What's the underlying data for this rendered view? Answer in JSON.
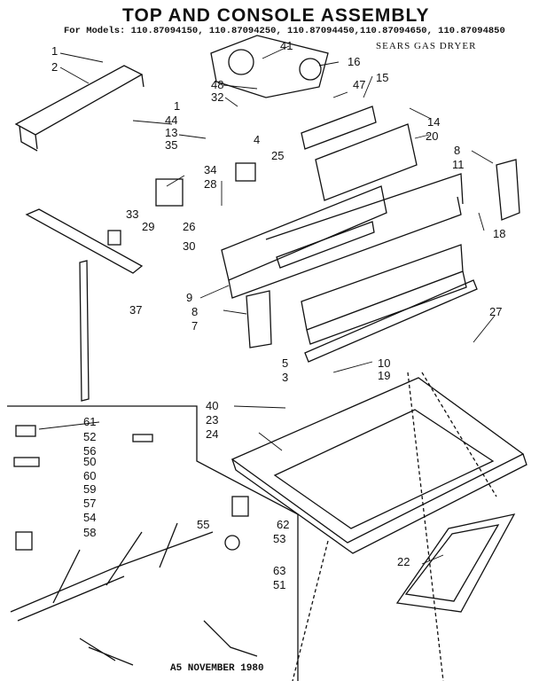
{
  "header": {
    "title": "TOP AND CONSOLE ASSEMBLY",
    "models": "For Models: 110.87094150, 110.87094250, 110.87094450,110.87094650, 110.87094850",
    "subtitle": "SEARS GAS DRYER"
  },
  "footer": {
    "date": "A5 NOVEMBER 1980"
  },
  "callouts": [
    "1",
    "2",
    "41",
    "16",
    "47",
    "15",
    "48",
    "32",
    "1",
    "44",
    "13",
    "35",
    "4",
    "25",
    "14",
    "20",
    "8",
    "11",
    "34",
    "28",
    "33",
    "29",
    "26",
    "30",
    "18",
    "9",
    "8",
    "7",
    "37",
    "27",
    "5",
    "3",
    "10",
    "19",
    "40",
    "23",
    "24",
    "61",
    "52",
    "56",
    "50",
    "60",
    "59",
    "57",
    "54",
    "58",
    "55",
    "62",
    "53",
    "22",
    "63",
    "51"
  ]
}
